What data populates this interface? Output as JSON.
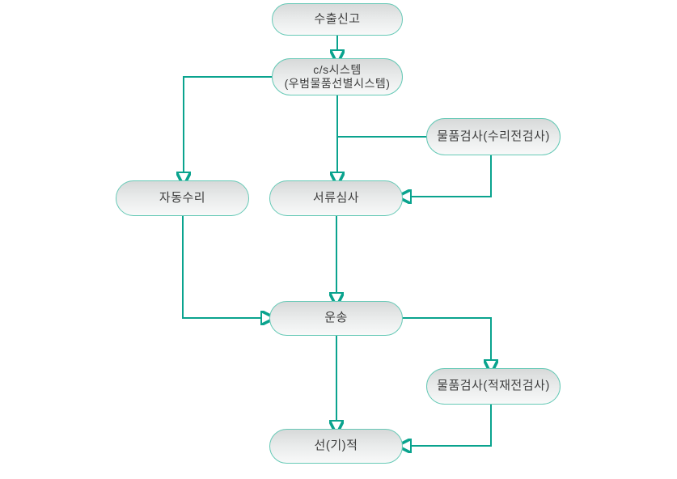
{
  "colors": {
    "connector": "#0aa38e",
    "node_border": "#66c9b6",
    "node_fill_top": "#d7d9d9",
    "node_fill_bottom": "#f8f9f9",
    "label_text": "#3d3d3d",
    "background": "#ffffff"
  },
  "nodes": [
    {
      "id": "export-declaration",
      "label": "수출신고"
    },
    {
      "id": "cs-system",
      "label": "c/s시스템",
      "sublabel": "(우범물품선별시스템)"
    },
    {
      "id": "goods-inspection-pre-acceptance",
      "label": "물품검사(수리전검사)"
    },
    {
      "id": "auto-acceptance",
      "label": "자동수리"
    },
    {
      "id": "document-review",
      "label": "서류심사"
    },
    {
      "id": "transport",
      "label": "운송"
    },
    {
      "id": "goods-inspection-pre-loading",
      "label": "물품검사(적재전검사)"
    },
    {
      "id": "shipment-loading",
      "label": "선(기)적"
    }
  ],
  "edges": [
    {
      "from": "수출신고",
      "to": "c/s시스템",
      "arrow": true
    },
    {
      "from": "c/s시스템",
      "to": "자동수리",
      "arrow": true
    },
    {
      "from": "c/s시스템",
      "to": "서류심사",
      "arrow": true
    },
    {
      "from": "c/s시스템",
      "to": "물품검사(수리전검사)",
      "arrow": false
    },
    {
      "from": "물품검사(수리전검사)",
      "to": "서류심사",
      "arrow": true
    },
    {
      "from": "서류심사",
      "to": "운송",
      "arrow": true
    },
    {
      "from": "자동수리",
      "to": "운송",
      "arrow": true
    },
    {
      "from": "운송",
      "to": "물품검사(적재전검사)",
      "arrow": true
    },
    {
      "from": "운송",
      "to": "선(기)적",
      "arrow": true
    },
    {
      "from": "물품검사(적재전검사)",
      "to": "선(기)적",
      "arrow": true
    }
  ]
}
